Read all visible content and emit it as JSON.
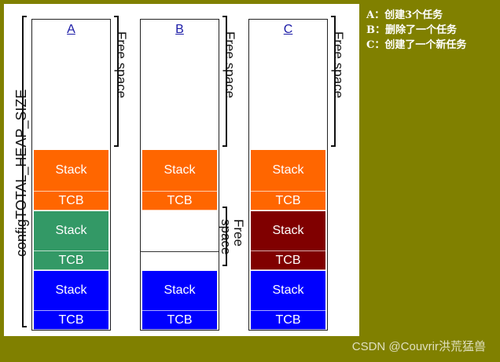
{
  "heap_label": "configTOTAL_HEAP_SIZE",
  "free_space_label": "Free space",
  "free_space_small_line1": "Free",
  "free_space_small_line2": "space",
  "columns": [
    {
      "label": "A",
      "blocks": [
        "Stack",
        "TCB",
        "Stack",
        "TCB",
        "Stack",
        "TCB"
      ]
    },
    {
      "label": "B",
      "blocks": [
        "Stack",
        "TCB",
        "Stack",
        "TCB"
      ]
    },
    {
      "label": "C",
      "blocks": [
        "Stack",
        "TCB",
        "Stack",
        "TCB",
        "Stack",
        "TCB"
      ]
    }
  ],
  "legend": [
    "A：创建3个任务",
    "B：删除了一个任务",
    "C：创建了一个新任务"
  ],
  "watermark": "CSDN @Couvrir洪荒猛兽",
  "colors": {
    "background": "#808000",
    "orange": "#ff6600",
    "green": "#339966",
    "blue": "#0000ff",
    "maroon": "#800000"
  }
}
